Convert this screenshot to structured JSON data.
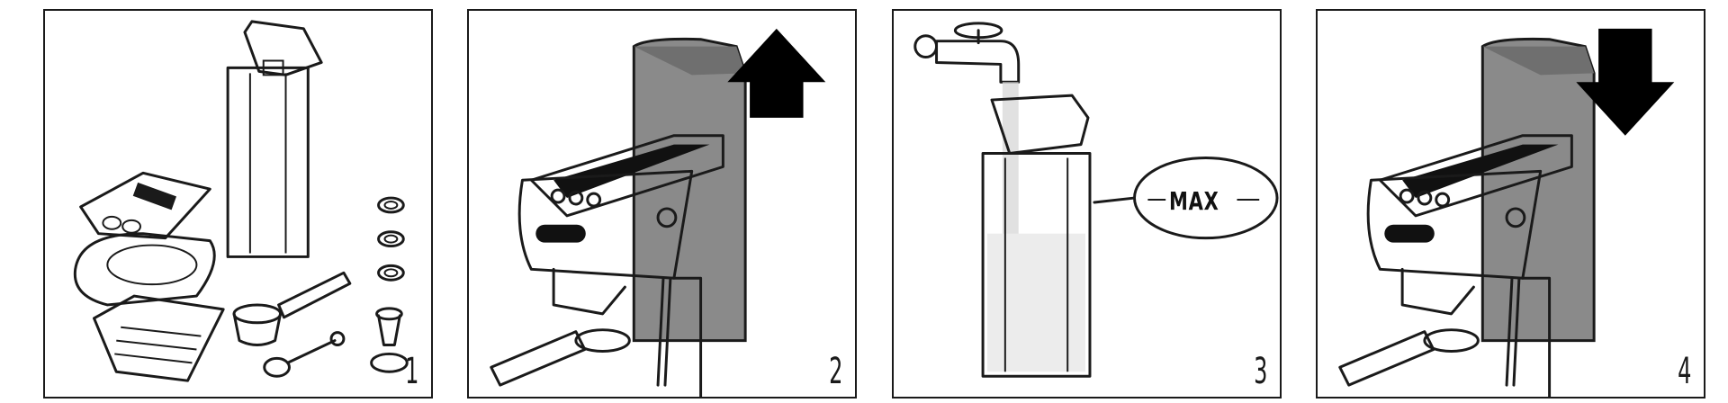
{
  "panels": [
    {
      "step": "1"
    },
    {
      "step": "2"
    },
    {
      "step": "3"
    },
    {
      "step": "4"
    }
  ],
  "max_label": "MAX",
  "colors": {
    "ink": "#1a1a1a",
    "tank_grey": "#8a8a8a",
    "water": "#d9d9d9"
  },
  "icons": {
    "arrow_up": "arrow-up-icon",
    "arrow_down": "arrow-down-icon"
  }
}
